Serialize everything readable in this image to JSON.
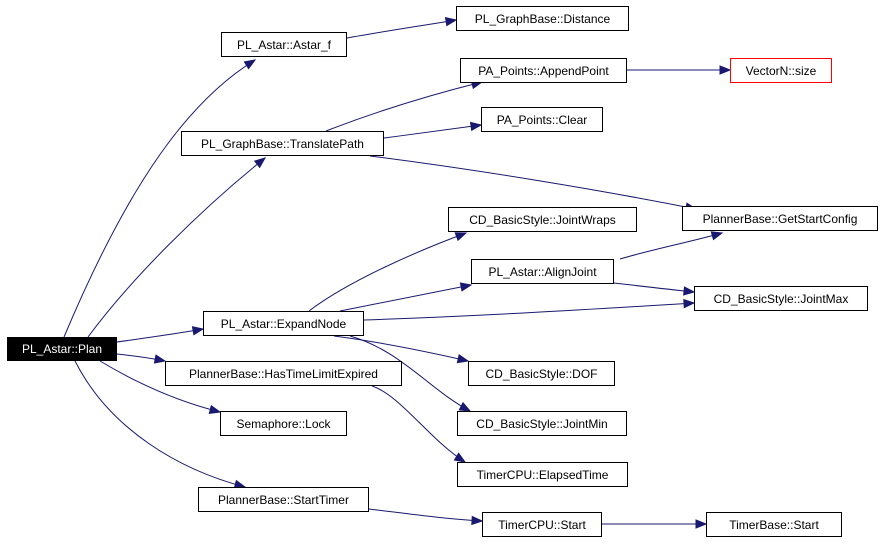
{
  "colors": {
    "edge": "#191970",
    "node_border": "#000000",
    "root_fill": "#000000",
    "root_text": "#ffffff",
    "external_border": "#ff0000"
  },
  "nodes": {
    "plan": "PL_Astar::Plan",
    "astar_f": "PL_Astar::Astar_f",
    "distance": "PL_GraphBase::Distance",
    "append_point": "PA_Points::AppendPoint",
    "vector_size": "VectorN::size",
    "clear": "PA_Points::Clear",
    "translate_path": "PL_GraphBase::TranslatePath",
    "get_start_config": "PlannerBase::GetStartConfig",
    "joint_wraps": "CD_BasicStyle::JointWraps",
    "align_joint": "PL_Astar::AlignJoint",
    "joint_max": "CD_BasicStyle::JointMax",
    "expand_node": "PL_Astar::ExpandNode",
    "has_time_limit_expired": "PlannerBase::HasTimeLimitExpired",
    "dof": "CD_BasicStyle::DOF",
    "joint_min": "CD_BasicStyle::JointMin",
    "semaphore_lock": "Semaphore::Lock",
    "elapsed_time": "TimerCPU::ElapsedTime",
    "start_timer": "PlannerBase::StartTimer",
    "timercpu_start": "TimerCPU::Start",
    "timerbase_start": "TimerBase::Start"
  }
}
